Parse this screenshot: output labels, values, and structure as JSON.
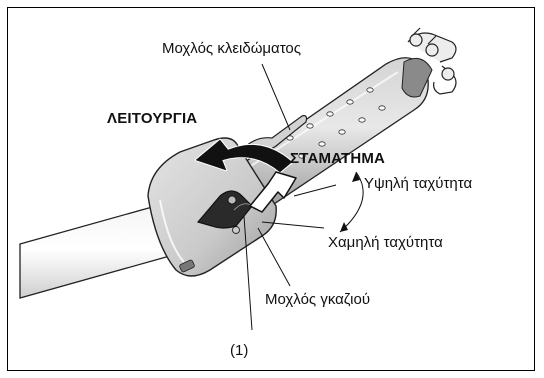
{
  "labels": {
    "lock_lever": "Μοχλός κλειδώματος",
    "operation": "ΛΕΙΤΟΥΡΓΙΑ",
    "stop": "ΣΤΑΜΑΤΗΜΑ",
    "high_speed": "Υψηλή ταχύτητα",
    "low_speed": "Χαμηλή ταχύτητα",
    "throttle_lever": "Μοχλός γκαζιού",
    "callout_1": "(1)"
  }
}
